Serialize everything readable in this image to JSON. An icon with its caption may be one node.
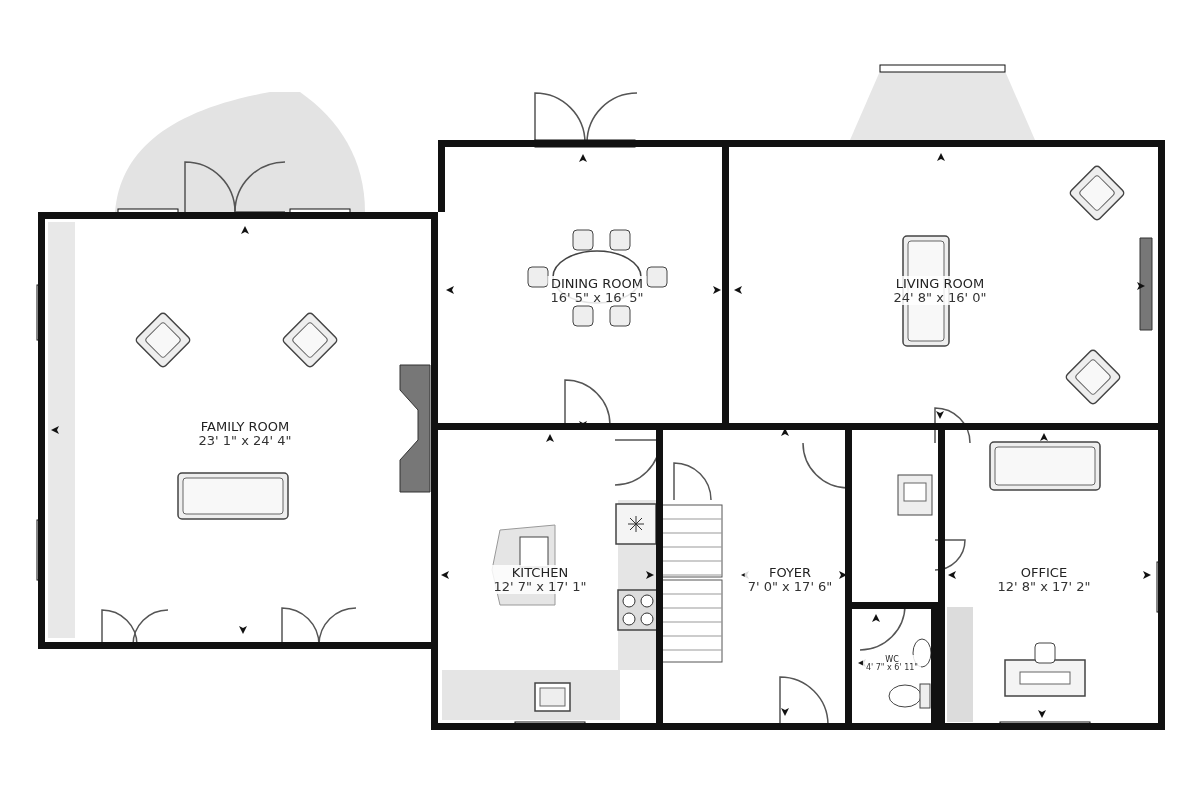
{
  "diagram": {
    "nodes": [
      {
        "text": [
          "FAMILY ROOM",
          "23' 1\" x 24' 4\""
        ]
      },
      {
        "text": [
          "DINING ROOM",
          "16' 5\" x 16' 5\""
        ]
      },
      {
        "text": [
          "LIVING ROOM",
          "24' 8\" x 16' 0\""
        ]
      },
      {
        "text": [
          "KITCHEN",
          "12' 7\" x 17' 1\""
        ]
      },
      {
        "text": [
          "FOYER",
          "7' 0\" x 17' 6\""
        ]
      },
      {
        "text": [
          "WC",
          "4' 7\" x 6' 11\""
        ]
      },
      {
        "text": [
          "OFFICE",
          "12' 8\" x 17' 2\""
        ]
      },
      {
        "text": [],
        "shape": "box"
      },
      {
        "text": [],
        "shape": "bar",
        "in": 6
      }
    ]
  }
}
